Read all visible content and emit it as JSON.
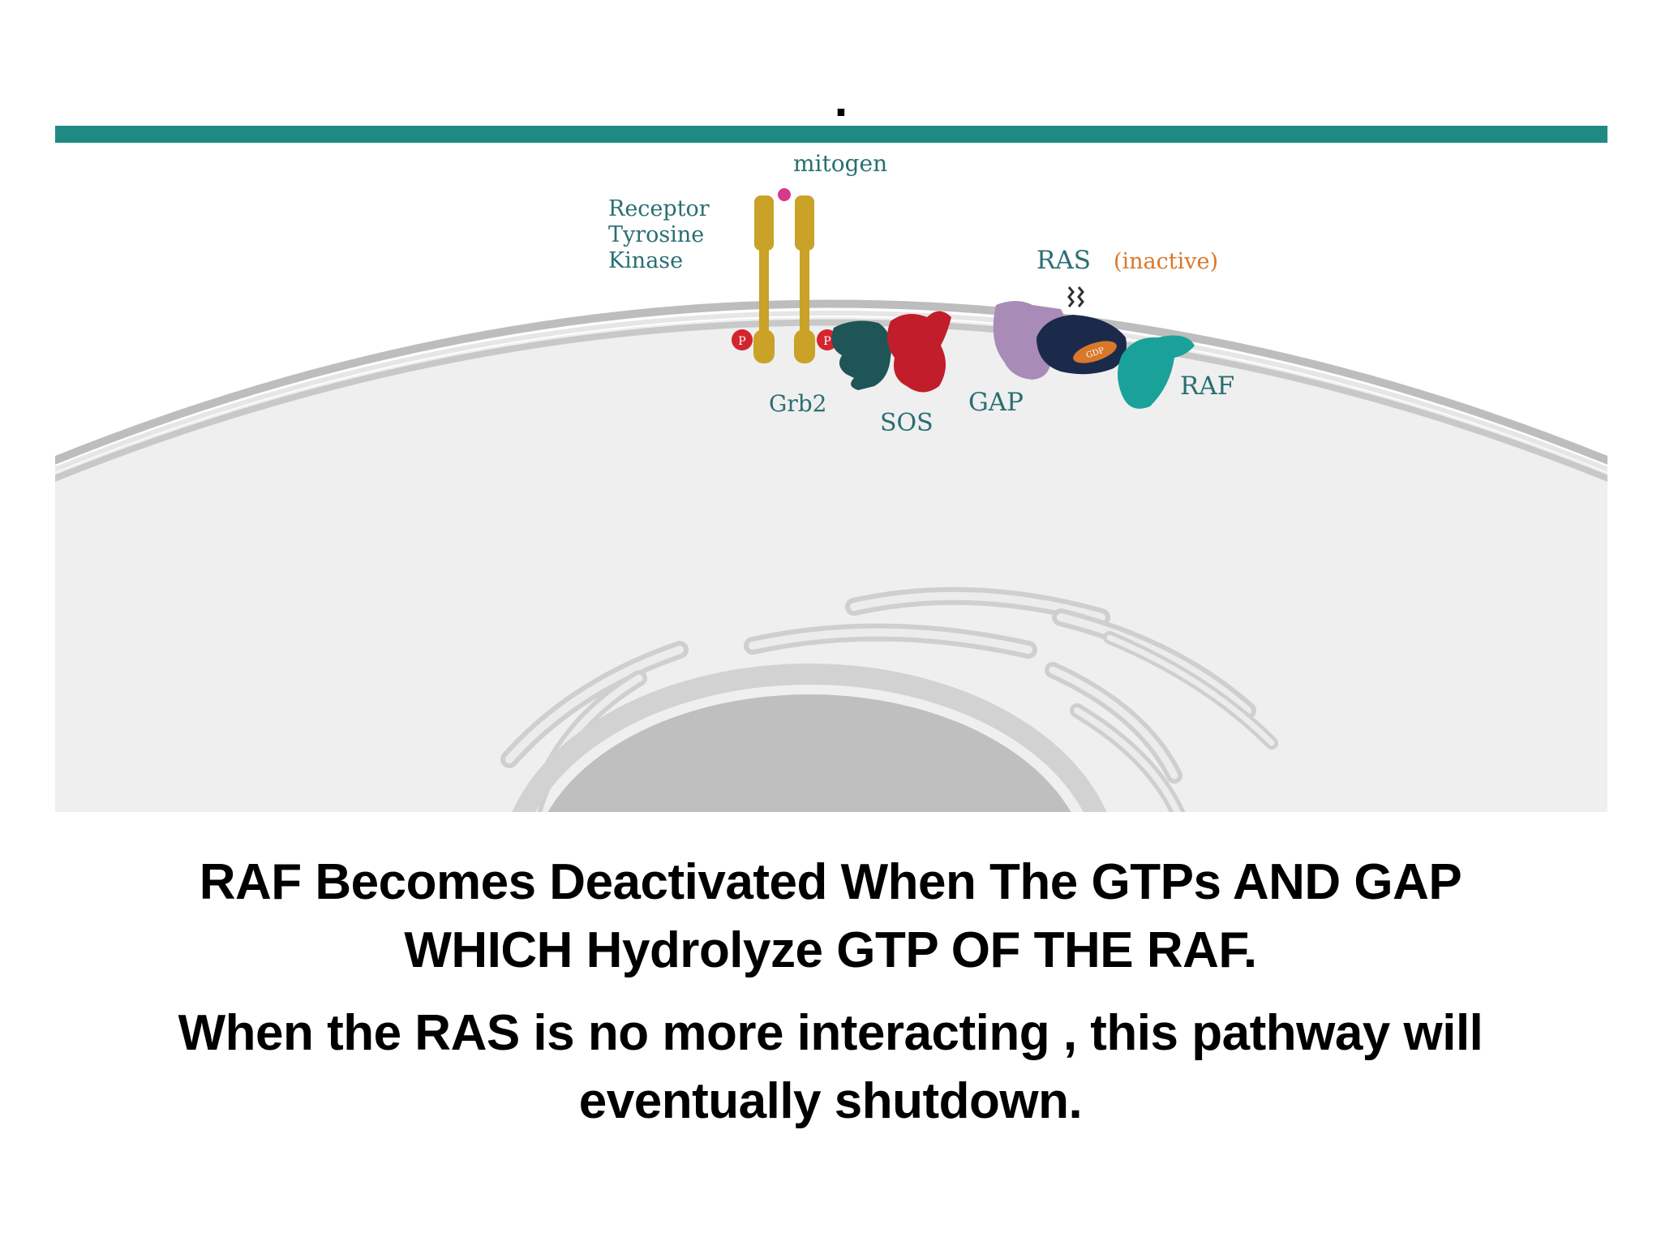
{
  "slide": {
    "title_mark": ".",
    "caption_primary": "RAF Becomes Deactivated When The GTPs AND GAP WHICH Hydrolyze GTP OF THE RAF.",
    "caption_secondary": "When the RAS is no more interacting , this pathway will eventually shutdown."
  },
  "diagram": {
    "labels": {
      "mitogen": "mitogen",
      "receptor_line1": "Receptor",
      "receptor_line2": "Tyrosine",
      "receptor_line3": "Kinase",
      "ras": "RAS",
      "ras_state": "(inactive)",
      "grb2": "Grb2",
      "sos": "SOS",
      "gap": "GAP",
      "raf": "RAF",
      "phospho_left": "P",
      "phospho_right": "P",
      "gdp": "GDP"
    },
    "colors": {
      "accent_rule": "#1f8a84",
      "label_teal": "#2a6e72",
      "label_orange": "#d9772a",
      "receptor_gold": "#c9a227",
      "grb2": "#1f5556",
      "sos": "#c21d2a",
      "gap": "#a98bb8",
      "ras": "#1b2a4a",
      "raf": "#1aa29a",
      "phospho": "#d4242d",
      "mitogen_ball": "#d63a8a",
      "cytoplasm": "#efefef",
      "membrane": "#bdbdbd",
      "nucleus": "#bfbfbf"
    }
  }
}
